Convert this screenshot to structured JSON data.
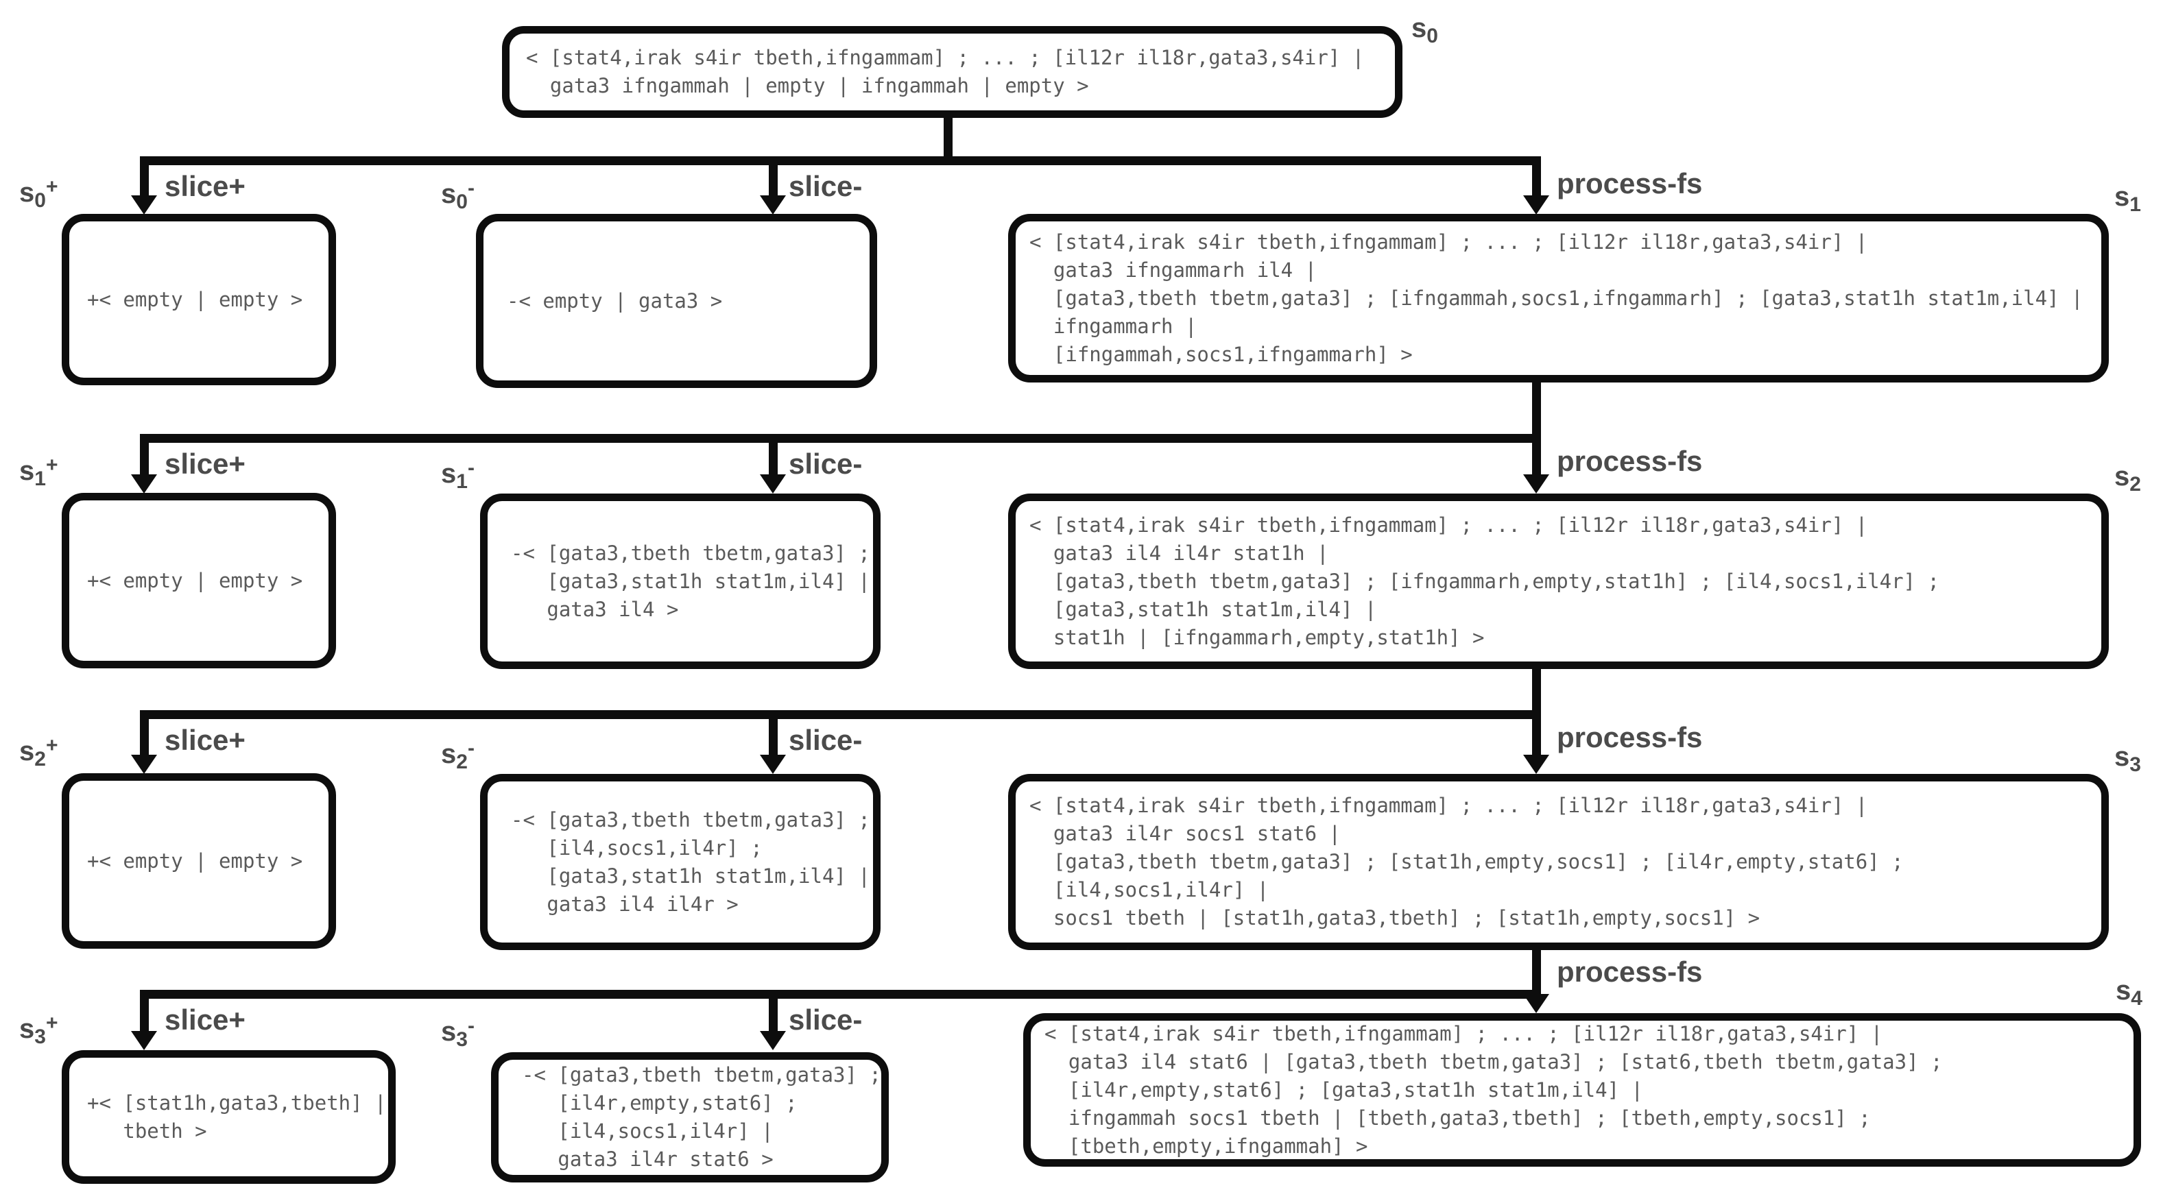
{
  "diagram": {
    "root_state": {
      "base": "s",
      "sub": "0",
      "sup": ""
    },
    "root_text": "< [stat4,irak s4ir tbeth,ifngammam] ; ... ; [il12r il18r,gata3,s4ir] |\n  gata3 ifngammah | empty | ifngammah | empty >",
    "rows": [
      {
        "slice_plus": "slice+",
        "slice_minus": "slice-",
        "process": "process-fs",
        "plus_state": {
          "base": "s",
          "sub": "0",
          "sup": "+"
        },
        "minus_state": {
          "base": "s",
          "sub": "0",
          "sup": "-"
        },
        "result_state": {
          "base": "s",
          "sub": "1",
          "sup": ""
        },
        "plus_text": "+< empty | empty >",
        "minus_text": "-< empty | gata3 >",
        "result_text": "< [stat4,irak s4ir tbeth,ifngammam] ; ... ; [il12r il18r,gata3,s4ir] |\n  gata3 ifngammarh il4 |\n  [gata3,tbeth tbetm,gata3] ; [ifngammah,socs1,ifngammarh] ; [gata3,stat1h stat1m,il4] |\n  ifngammarh |\n  [ifngammah,socs1,ifngammarh] >"
      },
      {
        "slice_plus": "slice+",
        "slice_minus": "slice-",
        "process": "process-fs",
        "plus_state": {
          "base": "s",
          "sub": "1",
          "sup": "+"
        },
        "minus_state": {
          "base": "s",
          "sub": "1",
          "sup": "-"
        },
        "result_state": {
          "base": "s",
          "sub": "2",
          "sup": ""
        },
        "plus_text": "+< empty | empty >",
        "minus_text": "-< [gata3,tbeth tbetm,gata3] ;\n   [gata3,stat1h stat1m,il4] |\n   gata3 il4 >",
        "result_text": "< [stat4,irak s4ir tbeth,ifngammam] ; ... ; [il12r il18r,gata3,s4ir] |\n  gata3 il4 il4r stat1h |\n  [gata3,tbeth tbetm,gata3] ; [ifngammarh,empty,stat1h] ; [il4,socs1,il4r] ;\n  [gata3,stat1h stat1m,il4] |\n  stat1h | [ifngammarh,empty,stat1h] >"
      },
      {
        "slice_plus": "slice+",
        "slice_minus": "slice-",
        "process": "process-fs",
        "plus_state": {
          "base": "s",
          "sub": "2",
          "sup": "+"
        },
        "minus_state": {
          "base": "s",
          "sub": "2",
          "sup": "-"
        },
        "result_state": {
          "base": "s",
          "sub": "3",
          "sup": ""
        },
        "plus_text": "+< empty | empty >",
        "minus_text": "-< [gata3,tbeth tbetm,gata3] ;\n   [il4,socs1,il4r] ;\n   [gata3,stat1h stat1m,il4] |\n   gata3 il4 il4r >",
        "result_text": "< [stat4,irak s4ir tbeth,ifngammam] ; ... ; [il12r il18r,gata3,s4ir] |\n  gata3 il4r socs1 stat6 |\n  [gata3,tbeth tbetm,gata3] ; [stat1h,empty,socs1] ; [il4r,empty,stat6] ;\n  [il4,socs1,il4r] |\n  socs1 tbeth | [stat1h,gata3,tbeth] ; [stat1h,empty,socs1] >"
      },
      {
        "slice_plus": "slice+",
        "slice_minus": "slice-",
        "process": "process-fs",
        "plus_state": {
          "base": "s",
          "sub": "3",
          "sup": "+"
        },
        "minus_state": {
          "base": "s",
          "sub": "3",
          "sup": "-"
        },
        "result_state": {
          "base": "s",
          "sub": "4",
          "sup": ""
        },
        "plus_text": "+< [stat1h,gata3,tbeth] |\n   tbeth >",
        "minus_text": "-< [gata3,tbeth tbetm,gata3] ;\n   [il4r,empty,stat6] ;\n   [il4,socs1,il4r] |\n   gata3 il4r stat6 >",
        "result_text": "< [stat4,irak s4ir tbeth,ifngammam] ; ... ; [il12r il18r,gata3,s4ir] |\n  gata3 il4 stat6 | [gata3,tbeth tbetm,gata3] ; [stat6,tbeth tbetm,gata3] ;\n  [il4r,empty,stat6] ; [gata3,stat1h stat1m,il4] |\n  ifngammah socs1 tbeth | [tbeth,gata3,tbeth] ; [tbeth,empty,socs1] ;\n  [tbeth,empty,ifngammah] >"
      }
    ]
  }
}
